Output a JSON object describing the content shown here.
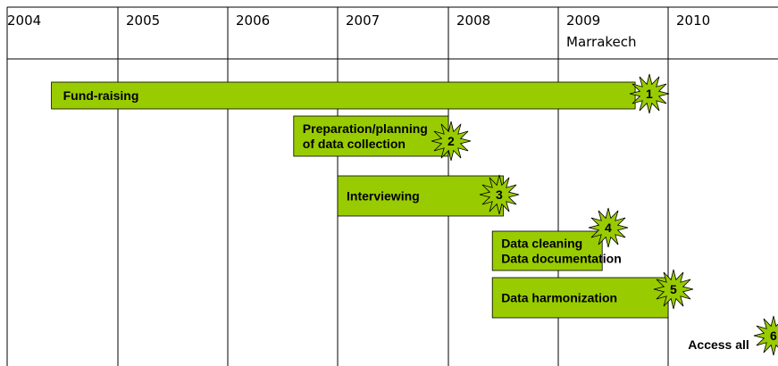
{
  "timeline": {
    "years": [
      "2004",
      "2005",
      "2006",
      "2007",
      "2008",
      "2009",
      "2010"
    ],
    "year_notes": {
      "2009": "Marrakech"
    },
    "bar_color": "#99cc00",
    "phases": [
      {
        "id": "1",
        "lines": [
          "Fund-raising"
        ],
        "start": 2004.4,
        "end": 2009.7
      },
      {
        "id": "2",
        "lines": [
          "Preparation/planning",
          "of data collection"
        ],
        "start": 2006.6,
        "end": 2008.0
      },
      {
        "id": "3",
        "lines": [
          "Interviewing"
        ],
        "start": 2007.0,
        "end": 2008.5
      },
      {
        "id": "4",
        "lines": [
          "Data cleaning",
          "Data documentation"
        ],
        "start": 2008.4,
        "end": 2009.4
      },
      {
        "id": "5",
        "lines": [
          "Data harmonization"
        ],
        "start": 2008.4,
        "end": 2010.0
      },
      {
        "id": "6",
        "lines": [
          "Access all"
        ],
        "start": 2010.1,
        "end": 2011.0
      }
    ]
  }
}
